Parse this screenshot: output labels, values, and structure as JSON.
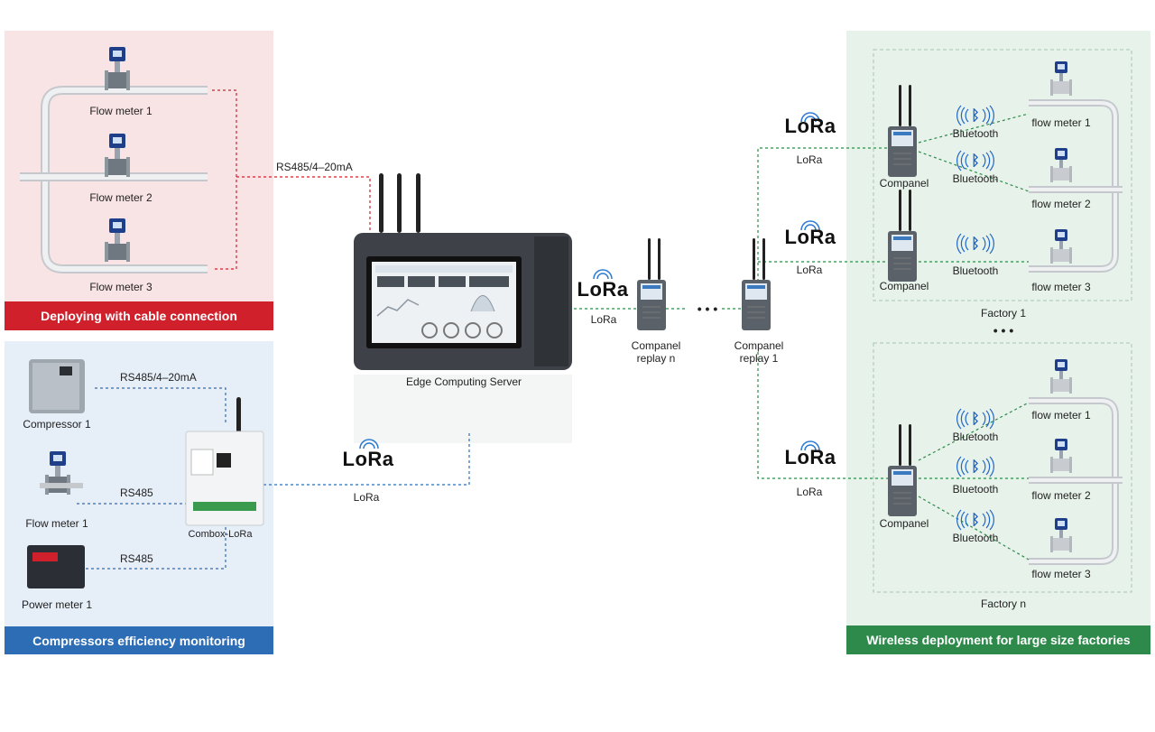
{
  "colors": {
    "red_accent": "#d0202c",
    "blue_accent": "#2d6db5",
    "green_accent": "#2e8a4b",
    "red_bg": "#f9e4e5",
    "blue_bg": "#e6eef8",
    "green_bg": "#e7f2ea"
  },
  "left_top": {
    "banner": "Deploying with cable connection",
    "meters": [
      "Flow meter 1",
      "Flow meter 2",
      "Flow meter 3"
    ],
    "link_label": "RS485/4–20mA"
  },
  "left_bottom": {
    "banner": "Compressors efficiency monitoring",
    "devices": [
      "Compressor 1",
      "Flow meter 1",
      "Power meter 1"
    ],
    "links": [
      "RS485/4–20mA",
      "RS485",
      "RS485"
    ],
    "gateway": "Combox-LoRa"
  },
  "center": {
    "server": "Edge Computing Server",
    "lora_logo": "LoRa",
    "lora_text": "LoRa"
  },
  "relays": {
    "relay_n_line1": "Companel",
    "relay_n_line2": "replay n",
    "relay_1_line1": "Companel",
    "relay_1_line2": "replay 1",
    "dots": "• • •"
  },
  "right": {
    "banner": "Wireless deployment for large size factories",
    "factory1": "Factory 1",
    "factoryn": "Factory n",
    "ellipsis": "• • •",
    "companel": "Companel",
    "bluetooth": "Bluetooth",
    "meters": [
      "flow meter 1",
      "flow meter 2",
      "flow meter 3"
    ]
  }
}
